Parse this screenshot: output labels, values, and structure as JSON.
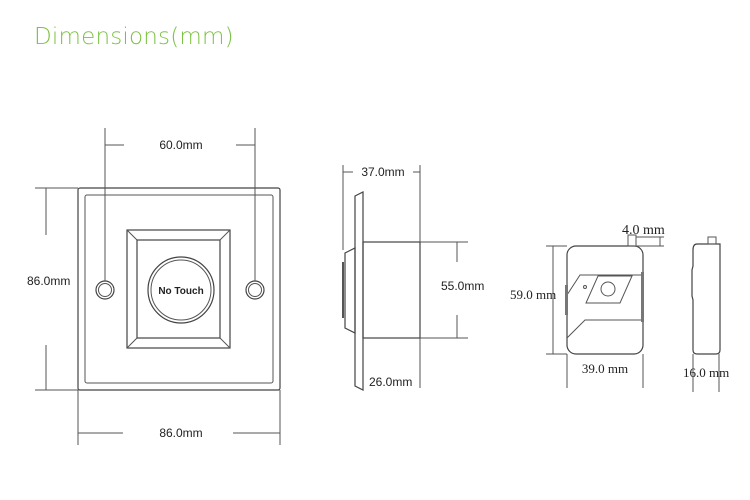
{
  "title": "Dimensions(mm)",
  "accent_color": "#7dc242",
  "front_view": {
    "button_label": "No Touch",
    "hole_spacing": "60.0mm",
    "height": "86.0mm",
    "width": "86.0mm"
  },
  "side_view": {
    "depth_total": "37.0mm",
    "box_height": "55.0mm",
    "box_depth": "26.0mm"
  },
  "remote_front": {
    "antenna": "4.0 mm",
    "height": "59.0 mm",
    "width": "39.0 mm"
  },
  "remote_side": {
    "thickness": "16.0 mm"
  }
}
